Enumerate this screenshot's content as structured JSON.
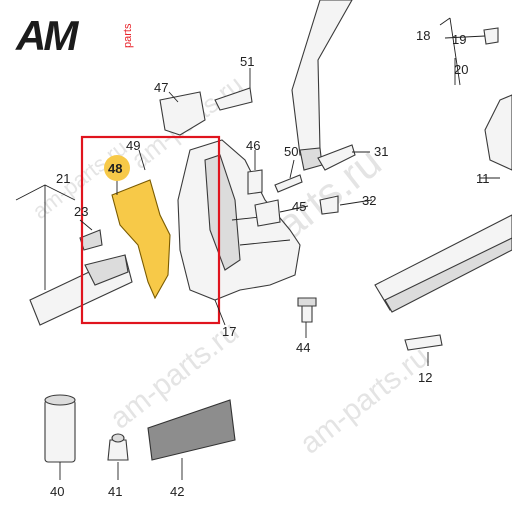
{
  "brand": {
    "logo_letters": "AM",
    "logo_sub": "parts",
    "accent": "#e8222a",
    "dark": "#1b1b1b"
  },
  "watermarks": [
    "am-parts.ru",
    "am-parts.ru",
    "am-parts.ru",
    "am-parts.ru",
    "am-parts.ru"
  ],
  "highlight": {
    "part": "48",
    "fill": "#f7c948",
    "frame": "#e0141e"
  },
  "callouts": [
    "11",
    "12",
    "17",
    "18",
    "19",
    "20",
    "21",
    "23",
    "31",
    "32",
    "40",
    "41",
    "42",
    "44",
    "45",
    "46",
    "47",
    "48",
    "49",
    "50",
    "51"
  ]
}
